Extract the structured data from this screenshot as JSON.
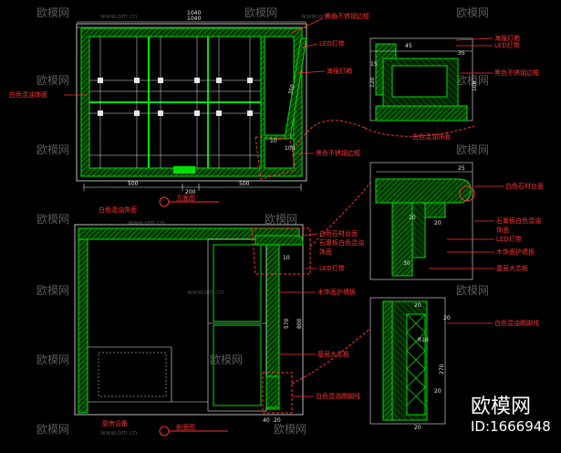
{
  "top_dims": [
    "1040",
    "1040"
  ],
  "labels": {
    "black_steel_edge_top": "黑色不锈钢边框",
    "led_strip_1": "LED灯带",
    "poster_box_1": "海报灯箱",
    "white_paint_left": "白色混油饰面",
    "detail_poster_box": "海报灯箱",
    "detail_led": "LED灯带",
    "detail_black_steel": "黑色不锈钢边框",
    "detail_white_paint": "白色混油饰面",
    "black_steel_edge_mid": "黑色不锈钢边框",
    "white_paint_bottom": "白色混油饰面",
    "white_stone_right": "白色石材台面",
    "gypsum_white_right": "石膏板白色混油",
    "finish_right": "饰面",
    "led_right": "LED灯带",
    "wood_panel_right": "木饰面护墙板",
    "base_board_right": "基层大芯板",
    "white_stone_mid": "白色石材台面",
    "gypsum_white_mid": "石膏板白色混油",
    "finish_mid": "饰面",
    "led_mid": "LED灯带",
    "wood_panel_mid": "木饰面护墙板",
    "base_board_mid": "基层大芯板",
    "white_paint_skirting_right": "白色混油踢脚线",
    "white_paint_skirting_mid": "白色混油踢脚线",
    "kitchen_equipment": "厨房设备"
  },
  "dims": {
    "d500a": "500",
    "d200": "200",
    "d500b": "500",
    "d100a": "100",
    "d350": "350",
    "d10": "10",
    "d45": "45",
    "d35": "35",
    "d100b": "100",
    "d15": "15",
    "d120": "120",
    "d25": "25",
    "d20a": "20",
    "d20b": "20",
    "d30": "30",
    "d10b": "10",
    "d570": "570",
    "d800": "800",
    "d20c": "20",
    "d20d": "20",
    "d20e": "20",
    "dR10": "R10",
    "d270": "270",
    "d20f": "20",
    "d40": "40",
    "d20g": "20"
  },
  "view_titles": [
    "立面图",
    "剖面图"
  ],
  "watermark": {
    "text": "欧模网",
    "url": "www.om.cn"
  },
  "brand": {
    "name": "欧模网",
    "id": "ID:1666948"
  },
  "colors": {
    "bg": "#000000",
    "wall": "#00e000",
    "label": "#ff3030",
    "leader": "#ff3030",
    "frame": "#e8e8e8"
  }
}
